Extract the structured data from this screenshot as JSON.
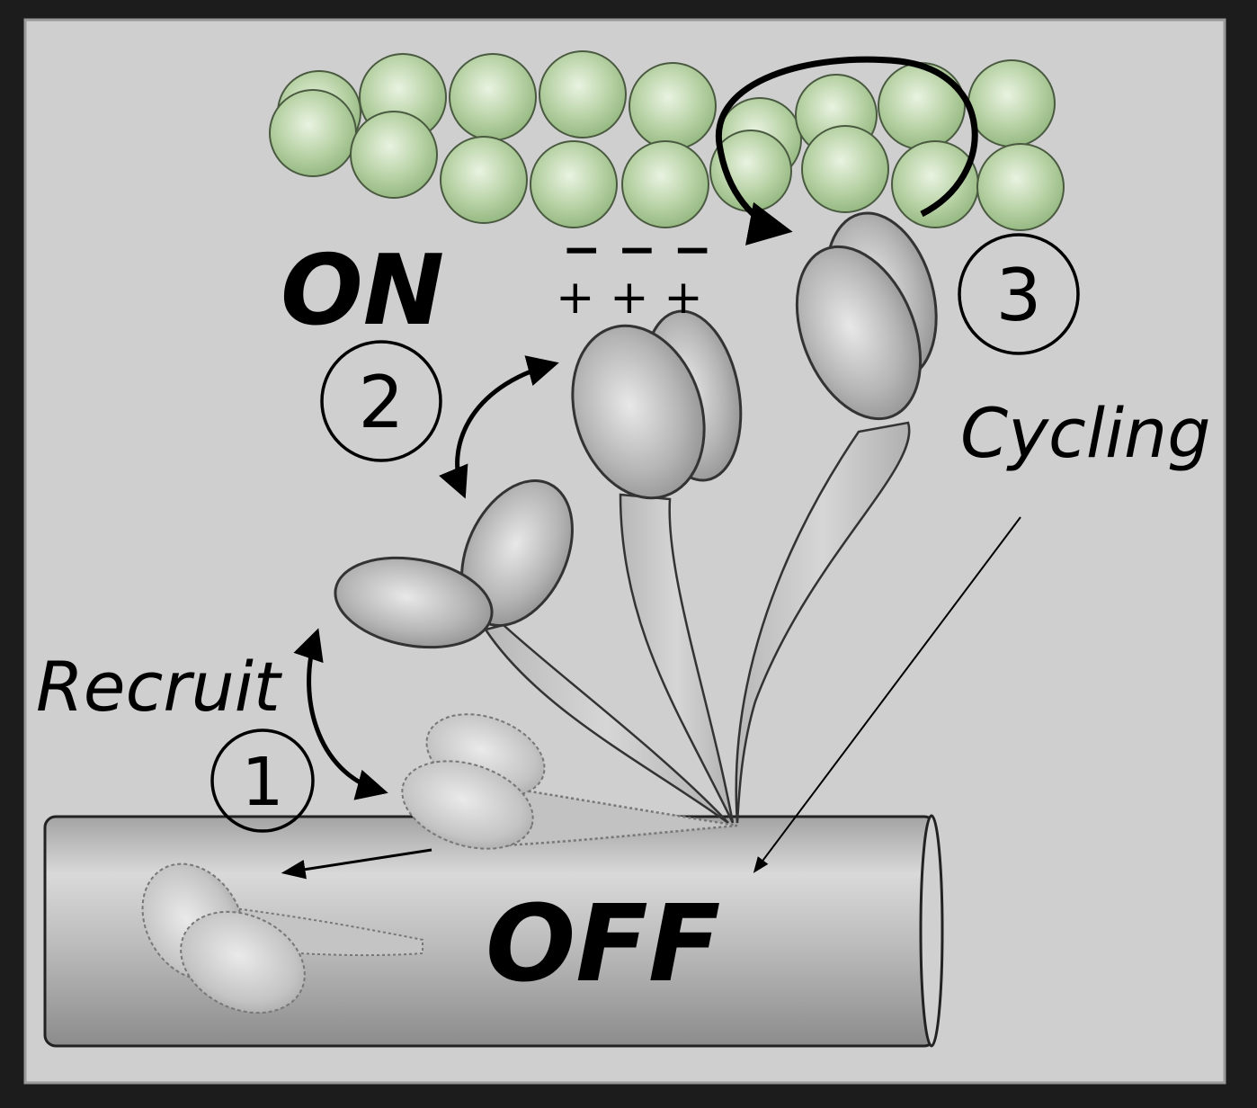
{
  "diagram": {
    "labels": {
      "on": "ON",
      "off": "OFF",
      "recruit": "Recruit",
      "cycling": "Cycling"
    },
    "steps": [
      "1",
      "2",
      "3"
    ],
    "charges": {
      "minus": "− − −",
      "plus": "+ + +"
    },
    "colors": {
      "panel": "#cfcfcf",
      "frame": "#1c1c1c",
      "actin": "#9fc08d",
      "myosin": "#a9a9a9",
      "filament": "#b9b9b9"
    }
  }
}
